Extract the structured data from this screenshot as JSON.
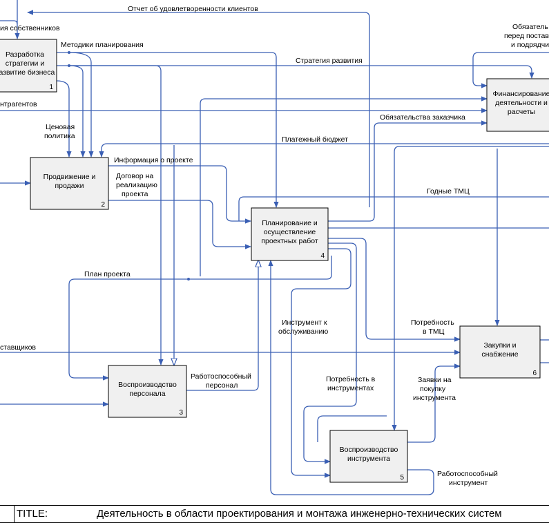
{
  "colors": {
    "arrow": "#3a5fb4",
    "box_fill": "#f0f0f0",
    "box_border": "#000000"
  },
  "boxes": [
    {
      "id": 1,
      "lines": [
        "Разработка",
        "стратегии и",
        "развитие бизнеса"
      ],
      "number": "1"
    },
    {
      "id": 2,
      "lines": [
        "Продвижение и",
        "продажи"
      ],
      "number": "2"
    },
    {
      "id": 3,
      "lines": [
        "Воспроизводство",
        "персонала"
      ],
      "number": "3"
    },
    {
      "id": 4,
      "lines": [
        "Планирование и",
        "осуществление",
        "проектных работ"
      ],
      "number": "4"
    },
    {
      "id": 5,
      "lines": [
        "Воспроизводство",
        "инструмента"
      ],
      "number": "5"
    },
    {
      "id": 6,
      "lines": [
        "Закупки и",
        "снабжение"
      ],
      "number": "6"
    },
    {
      "id": 7,
      "lines": [
        "Финансирование",
        "деятельности и",
        "расчеты"
      ],
      "number": ""
    }
  ],
  "labels": {
    "owners": "ия собственников",
    "satisfaction": "Отчет об удовлетворенности клиентов",
    "methods": "Методики планирования",
    "strategy": "Стратегия развития",
    "obligations_1": "Обязатель",
    "obligations_2": "перед постав",
    "obligations_3": "и подрядчи",
    "counterparties": "нтрагентов",
    "price_1": "Ценовая",
    "price_2": "политика",
    "customer_obl": "Обязательства заказчика",
    "payment_budget": "Платежный бюджет",
    "project_info": "Информация о проекте",
    "contract_1": "Договор на",
    "contract_2": "реализацию",
    "contract_3": "проекта",
    "good_tmc": "Годные ТМЦ",
    "project_plan": "План проекта",
    "tool_service_1": "Инструмент к",
    "tool_service_2": "обслуживанию",
    "need_tmc_1": "Потребность",
    "need_tmc_2": "в ТМЦ",
    "suppliers": "ставщиков",
    "staff_1": "Работоспособный",
    "staff_2": "персонал",
    "need_tools_1": "Потребность в",
    "need_tools_2": "инструментах",
    "orders_1": "Заявки на",
    "orders_2": "покупку",
    "orders_3": "инструмента",
    "work_tool_1": "Работоспособный",
    "work_tool_2": "инструмент"
  },
  "footer": {
    "title_key": "TITLE:",
    "title_value": "Деятельность в области проектирования и монтажа инженерно-технических систем"
  }
}
